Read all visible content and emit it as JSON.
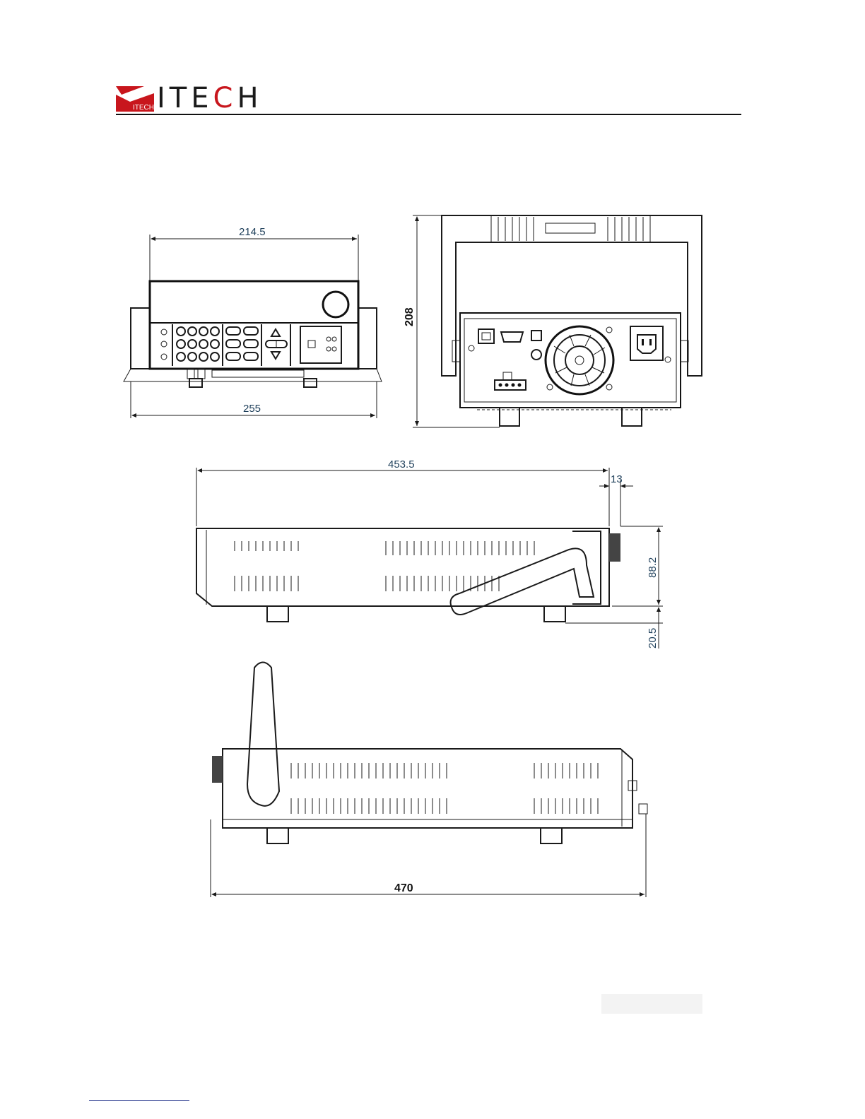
{
  "header": {
    "logo_badge_text": "ITECH",
    "logo_text": "ITECH",
    "colors": {
      "brand_red": "#c8161d",
      "rule": "#111111",
      "dimension_text": "#1e3f5a"
    }
  },
  "dimensions": {
    "front_width": "214.5",
    "front_overall_width": "255",
    "rear_height": "208",
    "side_depth": "453.5",
    "handle_offset": "13",
    "body_height": "88.2",
    "foot_height": "20.5",
    "overall_length": "470"
  }
}
